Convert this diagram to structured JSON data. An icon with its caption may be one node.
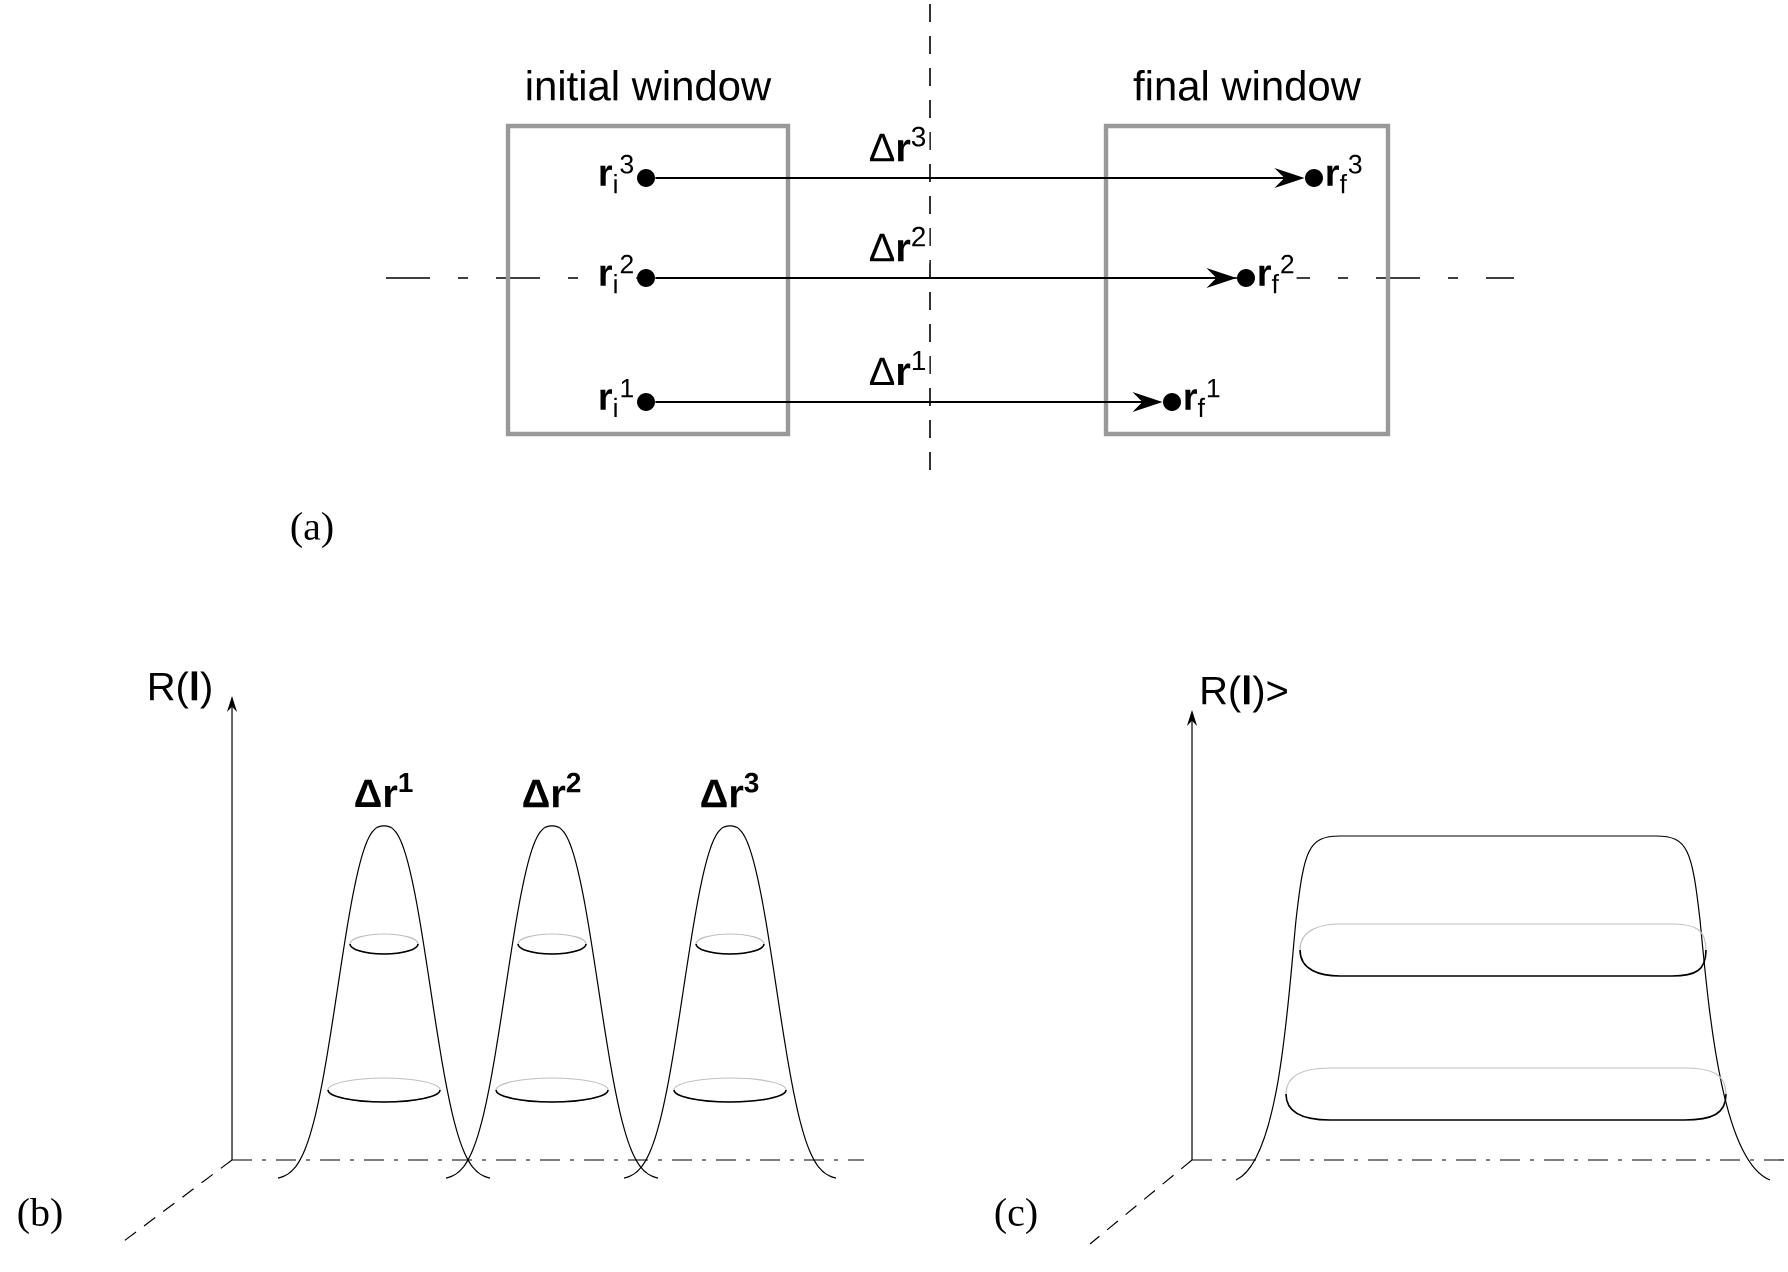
{
  "diagram": {
    "nodes": [
      {
        "text": [
          "initial window"
        ]
      },
      {
        "text": [
          "**r**$_{i}$$^{3}$"
        ],
        "in": 0
      },
      {
        "text": [
          "**r**$_{i}$$^{2}$"
        ],
        "in": 0
      },
      {
        "text": [
          "**r**$_{i}$$^{1}$"
        ],
        "in": 0
      },
      {
        "text": [
          "final window"
        ]
      },
      {
        "text": [
          "**r**$_{f}$$^{3}$"
        ],
        "in": 4
      },
      {
        "text": [
          "**r**$_{f}$$^{2}$"
        ],
        "in": 4
      },
      {
        "text": [
          "**r**$_{f}$$^{1}$"
        ],
        "in": 4
      }
    ],
    "edges": [
      {
        "from": 1,
        "to": 5,
        "arrow": "to",
        "label": "Δ**r**$^{3}$"
      },
      {
        "from": 2,
        "to": 6,
        "arrow": "to",
        "label": "Δ**r**$^{2}$"
      },
      {
        "from": 3,
        "to": 7,
        "arrow": "to",
        "label": "Δ**r**$^{1}$"
      }
    ],
    "labels": [
      "(a)",
      "R(**l**)",
      "R(**l**)>",
      "Δr$^{1}$",
      "Δr$^{2}$",
      "Δr$^{3}$",
      "(b)",
      "(c)"
    ]
  }
}
